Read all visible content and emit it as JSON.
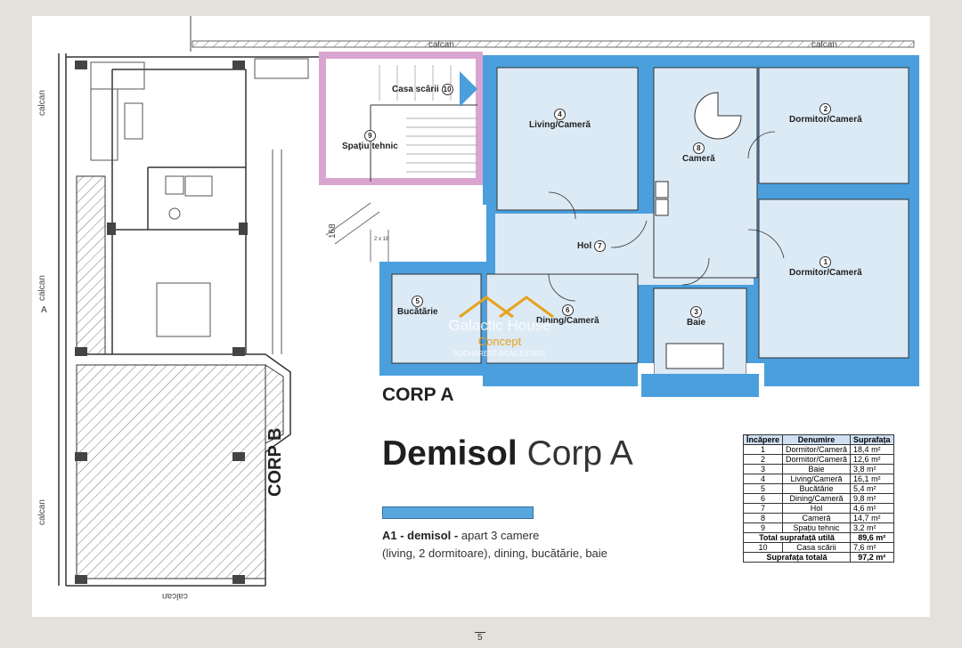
{
  "labels": {
    "calcan": "calcan",
    "corp_a": "CORP A",
    "corp_b": "CORP B",
    "side_marker": "A",
    "dim_168": "168",
    "dim_small": "2 x 18"
  },
  "rooms": [
    {
      "id": "room-10",
      "name": "Casa scării",
      "num": "10"
    },
    {
      "id": "room-9",
      "name": "Spațiu tehnic",
      "num": "9"
    },
    {
      "id": "room-4",
      "name": "Living/Cameră",
      "num": "4"
    },
    {
      "id": "room-8",
      "name": "Cameră",
      "num": "8"
    },
    {
      "id": "room-2",
      "name": "Dormitor/Cameră",
      "num": "2"
    },
    {
      "id": "room-1",
      "name": "Dormitor/Cameră",
      "num": "1"
    },
    {
      "id": "room-7",
      "name": "Hol",
      "num": "7"
    },
    {
      "id": "room-3",
      "name": "Baie",
      "num": "3"
    },
    {
      "id": "room-6",
      "name": "Dining/Cameră",
      "num": "6"
    },
    {
      "id": "room-5",
      "name": "Bucătărie",
      "num": "5"
    }
  ],
  "logo": {
    "main": "Galactic House",
    "sub": "Concept",
    "tag": "BUCHAREST REAL ESTATE"
  },
  "title": {
    "bold": "Demisol",
    "light": "Corp A"
  },
  "description": {
    "bold": "A1 - demisol -",
    "line1": "apart 3 camere",
    "line2": "(living, 2 dormitoare), dining, bucătărie, baie"
  },
  "table": {
    "headers": [
      "Încăpere",
      "Denumire",
      "Suprafața"
    ],
    "rows": [
      [
        "1",
        "Dormitor/Cameră",
        "18,4 m²"
      ],
      [
        "2",
        "Dormitor/Cameră",
        "12,6 m²"
      ],
      [
        "3",
        "Baie",
        "3,8 m²"
      ],
      [
        "4",
        "Living/Cameră",
        "16,1 m²"
      ],
      [
        "5",
        "Bucătărie",
        "5,4 m²"
      ],
      [
        "6",
        "Dining/Cameră",
        "9,8 m²"
      ],
      [
        "7",
        "Hol",
        "4,6 m²"
      ],
      [
        "8",
        "Cameră",
        "14,7 m²"
      ],
      [
        "9",
        "Spațiu tehnic",
        "3,2 m²"
      ]
    ],
    "total_util_label": "Total suprafață utilă",
    "total_util_value": "89,6 m²",
    "row10": [
      "10",
      "Casa scării",
      "7,6 m²"
    ],
    "total_label": "Suprafața totală",
    "total_value": "97,2 m²"
  },
  "page_number": "5",
  "colors": {
    "wall_blue": "#4a9fdc",
    "room_fill": "#dceaf6",
    "stair_wall": "#d9a5cf",
    "page_bg": "#e4e1da"
  }
}
